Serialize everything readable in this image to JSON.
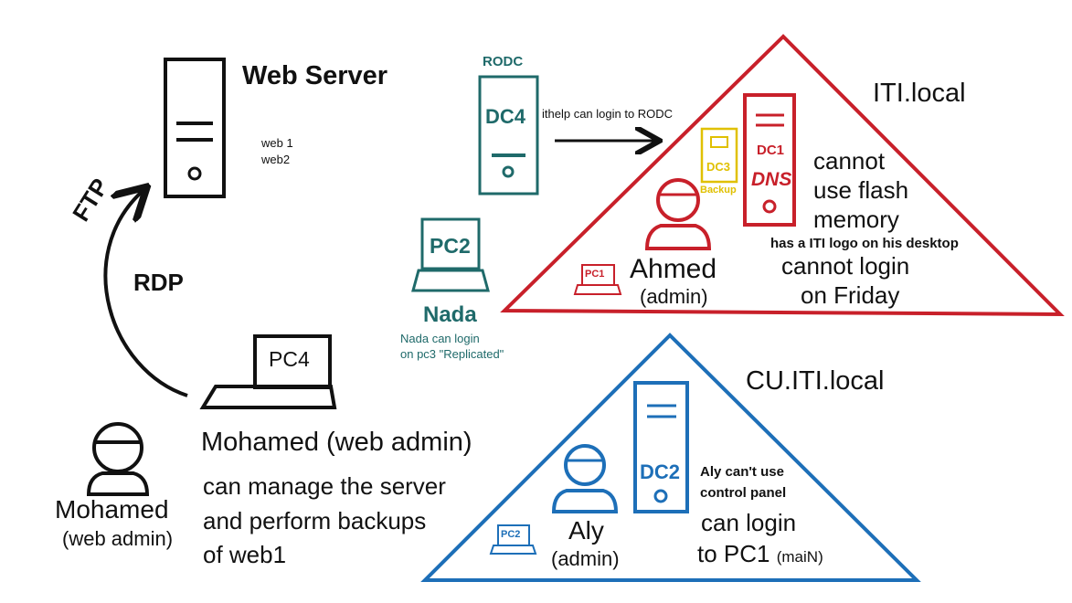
{
  "colors": {
    "ink": "#111111",
    "red": "#c8202a",
    "blue": "#1d6fb8",
    "teal": "#1f6a6a",
    "yellow": "#e0c000"
  },
  "web_server": {
    "title": "Web Server",
    "sites": [
      "web 1",
      "web2"
    ]
  },
  "links": {
    "ftp": "FTP",
    "rdp": "RDP",
    "rodc_note": "ithelp can login to RODC"
  },
  "rodc": {
    "role": "RODC",
    "name": "DC4"
  },
  "nada": {
    "pc": "PC2",
    "name": "Nada",
    "note_line1": "Nada can login",
    "note_line2": "on pc3 \"Replicated\""
  },
  "pc4": {
    "label": "PC4"
  },
  "mohamed": {
    "heading": "Mohamed (web admin)",
    "desc_lines": [
      "can manage the server",
      "and perform backups",
      "of web1"
    ],
    "name": "Mohamed",
    "role": "(web admin)"
  },
  "iti_domain": {
    "name": "ITI.local",
    "dc1": {
      "label": "DC1",
      "service": "DNS"
    },
    "dc3": {
      "label": "DC3",
      "note": "Backup"
    },
    "pc": "PC1",
    "user": {
      "name": "Ahmed",
      "role": "(admin)"
    },
    "rules": [
      "cannot",
      "use flash",
      "memory"
    ],
    "logo_note": "has a ITI logo on his desktop",
    "login_rule": [
      "cannot login",
      "on Friday"
    ]
  },
  "cu_domain": {
    "name": "CU.ITI.local",
    "dc": "DC2",
    "pc": "PC2",
    "user": {
      "name": "Aly",
      "role": "(admin)"
    },
    "rules": [
      "Aly can't use",
      "control panel"
    ],
    "login_rule": [
      "can login",
      "to PC1"
    ],
    "login_suffix": "(maiN)"
  }
}
